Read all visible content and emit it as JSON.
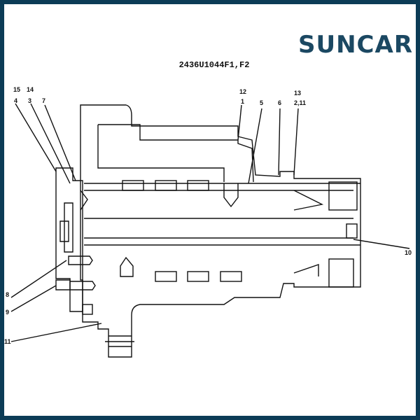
{
  "brand": {
    "name": "SUNCAR",
    "color": "#1b4862",
    "accent": "#2a9fd0",
    "border_color": "#0c3c56"
  },
  "diagram": {
    "title": "2436U1044F1,F2",
    "callouts_top_left": [
      "15",
      "14",
      "4",
      "3",
      "7"
    ],
    "callouts_top_right": [
      "12",
      "1",
      "5",
      "6",
      "13",
      "2,11"
    ],
    "callouts_side": [
      "10",
      "8",
      "9",
      "11"
    ]
  }
}
